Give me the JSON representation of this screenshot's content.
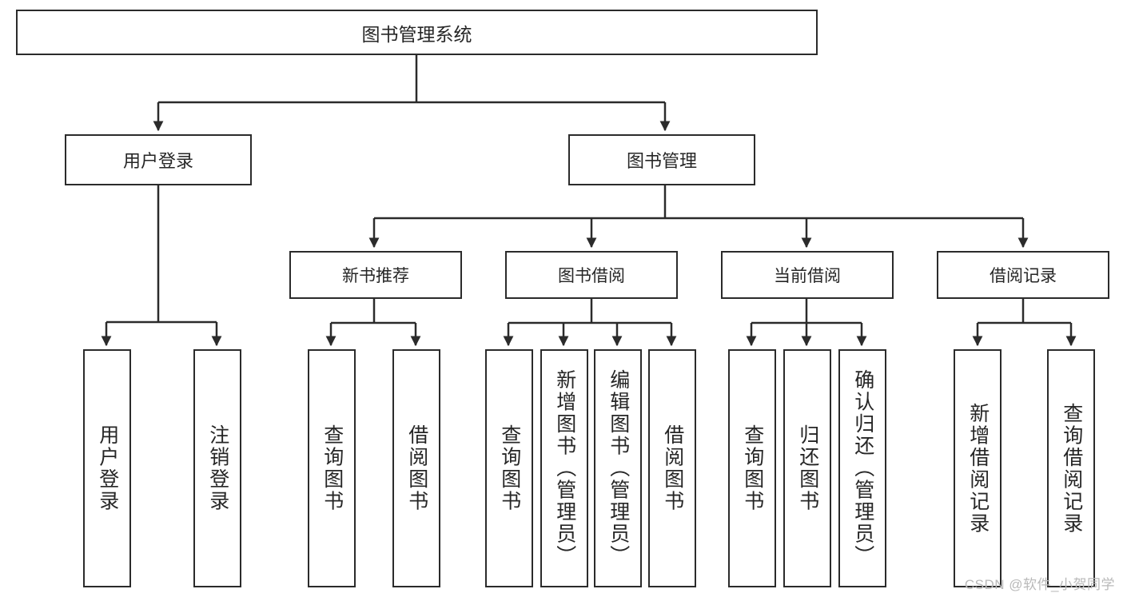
{
  "diagram": {
    "title": "图书管理系统",
    "type": "tree-hierarchy-diagram",
    "colors": {
      "stroke": "#2b2b2b",
      "fill": "#ffffff",
      "text": "#262626",
      "watermark": "#b9b9b9"
    },
    "root": {
      "label": "图书管理系统"
    },
    "level2": [
      {
        "label": "用户登录"
      },
      {
        "label": "图书管理"
      }
    ],
    "level3": [
      {
        "label": "新书推荐"
      },
      {
        "label": "图书借阅"
      },
      {
        "label": "当前借阅"
      },
      {
        "label": "借阅记录"
      }
    ],
    "leaves": {
      "user_login": [
        {
          "label": "用户登录"
        },
        {
          "label": "注销登录"
        }
      ],
      "new_book_recommend": [
        {
          "label": "查询图书"
        },
        {
          "label": "借阅图书"
        }
      ],
      "book_borrow": [
        {
          "label": "查询图书"
        },
        {
          "label": "新增图书（管理员）"
        },
        {
          "label": "编辑图书（管理员）"
        },
        {
          "label": "借阅图书"
        }
      ],
      "current_borrow": [
        {
          "label": "查询图书"
        },
        {
          "label": "归还图书"
        },
        {
          "label": "确认归还（管理员）"
        }
      ],
      "borrow_records": [
        {
          "label": "新增借阅记录"
        },
        {
          "label": "查询借阅记录"
        }
      ]
    },
    "watermark": "CSDN @软件_小贺同学"
  }
}
